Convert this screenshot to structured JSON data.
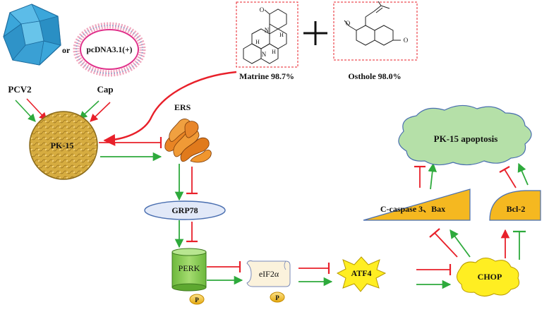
{
  "labels": {
    "or": "or",
    "plasmid": "pcDNA3.1(+)",
    "pcv2": "PCV2",
    "cap": "Cap",
    "pk15": "PK-15",
    "ers": "ERS",
    "matrine": "Matrine 98.7%",
    "osthole": "Osthole 98.0%",
    "grp78": "GRP78",
    "perk": "PERK",
    "eif2a": "eIF2α",
    "atf4": "ATF4",
    "chop": "CHOP",
    "ccaspase": "C-caspase 3、Bax",
    "bcl2": "Bcl-2",
    "apoptosis": "PK-15 apoptosis",
    "p1": "P",
    "p2": "P",
    "matrine_atoms": [
      "O",
      "N",
      "H",
      "H",
      "H",
      "N"
    ],
    "osthole_atoms": [
      "O",
      "O"
    ]
  },
  "colors": {
    "activate": "#2eaa3c",
    "inhibit": "#e8202a",
    "virus": "#3aa3d8",
    "cell": "#c9a23a",
    "grp78": "#e0e8f8",
    "perk": "#7cc24a",
    "atf4": "#ffee22",
    "chop": "#ffee22",
    "apoptosis": "#b5e0a8",
    "effector": "#f5b820",
    "phospho": "#f7c21c"
  }
}
